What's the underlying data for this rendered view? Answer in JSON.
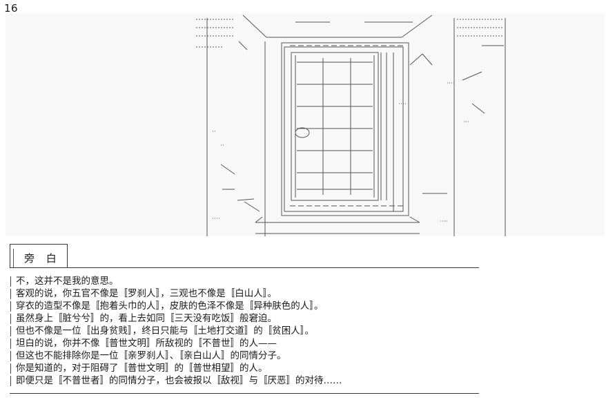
{
  "page": {
    "number": "16"
  },
  "illustration": {
    "description_icon": "window-ascii-art",
    "colors": {
      "background": "#f8f8f8",
      "ink": "#555555"
    }
  },
  "dialog": {
    "speaker": "旁 白",
    "lines": [
      "不，这并不是我的意思。",
      "客观的说，你五官不像是〚罗刹人〛，三观也不像是〚白山人〛。",
      "穿衣的造型不像是〚抱着头巾的人〛，皮肤的色泽不像是〚异种肤色的人〛。",
      "虽然身上〚脏兮兮〛的，看上去如同〚三天没有吃饭〛般窘迫。",
      "但也不像是一位〚出身贫贱〛，终日只能与〚土地打交道〛的〚贫困人〛。",
      "坦白的说，你并不像〚普世文明〛所敌视的〚不普世〛的人——",
      "但这也不能排除你是一位〚亲罗刹人〛、〚亲白山人〛的同情分子。",
      "你是知道的，对于阻碍了〚普世文明〛的〚普世相望〛的人。",
      "即便只是〚不普世者〛的同情分子，也会被报以〚敌视〛与〚厌恶〛的对待……"
    ]
  }
}
